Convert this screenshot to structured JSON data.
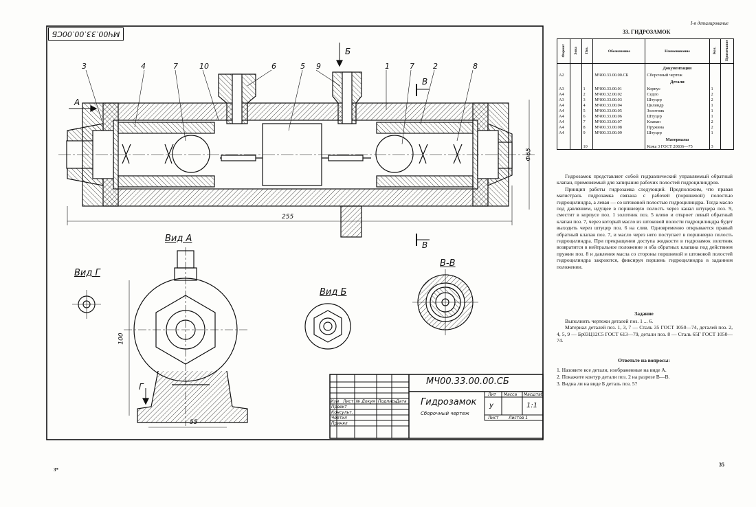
{
  "drawing": {
    "frame_code": "МЧ00.33.00.00СБ",
    "positions": [
      "3",
      "4",
      "7",
      "10",
      "6",
      "5",
      "9",
      "1",
      "7",
      "2",
      "8"
    ],
    "arrow_a": "А",
    "section_b_top": "Б",
    "section_v_top": "В",
    "section_v_bottom": "В",
    "dim_255": "255",
    "dim_65": "Ф65",
    "dim_100": "100",
    "dim_55": "55",
    "view_a": "Вид А",
    "view_g": "Вид Г",
    "view_b": "Вид Б",
    "section_vv": "В-В",
    "arrow_g": "Г"
  },
  "title_block": {
    "code": "МЧ00.33.00.00.СБ",
    "name": "Гидрозамок",
    "subtitle": "Сборочный чертеж",
    "col_izm": "Изм",
    "col_list": "Лист",
    "col_doc": "№ Докум",
    "col_sign": "Подпись",
    "col_date": "Дата",
    "row_proekt": "Проект",
    "row_konsult": "Консульт.",
    "row_chertil": "Чертил",
    "row_prinyal": "Принял",
    "lit": "Лит",
    "massa": "Масса",
    "masshtab": "Масштаб",
    "lit_value": "у",
    "scale_value": "1:1",
    "list": "Лист",
    "listov": "Листов 1"
  },
  "text_page": {
    "header": "I-я деталирование",
    "title": "33. ГИДРОЗАМОК",
    "table_headers": [
      "Формат",
      "Зона",
      "Поз.",
      "Обозначение",
      "Наименование",
      "Кол.",
      "Примечание"
    ],
    "section_docs": "Документация",
    "doc_row": {
      "format": "А2",
      "code": "МЧ00.33.00.00.СБ",
      "name": "Сборочный чертеж"
    },
    "section_parts": "Детали",
    "parts": [
      {
        "format": "А3",
        "pos": "1",
        "code": "МЧ00.33.00.01",
        "name": "Корпус",
        "qty": "1"
      },
      {
        "format": "А4",
        "pos": "2",
        "code": "МЧ00.32.00.02",
        "name": "Седло",
        "qty": "2"
      },
      {
        "format": "А3",
        "pos": "3",
        "code": "МЧ00.33.00.03",
        "name": "Штуцер",
        "qty": "2"
      },
      {
        "format": "А4",
        "pos": "4",
        "code": "МЧ00.33.00.04",
        "name": "Цилиндр",
        "qty": "1"
      },
      {
        "format": "А4",
        "pos": "5",
        "code": "МЧ00.33.00.05",
        "name": "Золотник",
        "qty": "1"
      },
      {
        "format": "А4",
        "pos": "6",
        "code": "МЧ00.33.00.06",
        "name": "Штуцер",
        "qty": "1"
      },
      {
        "format": "А4",
        "pos": "7",
        "code": "МЧ00.33.00.07",
        "name": "Клапан",
        "qty": "2"
      },
      {
        "format": "А4",
        "pos": "8",
        "code": "МЧ00.33.00.08",
        "name": "Пружина",
        "qty": "2"
      },
      {
        "format": "А4",
        "pos": "9",
        "code": "МЧ00.33.00.09",
        "name": "Штуцер",
        "qty": "1"
      }
    ],
    "section_materials": "Материалы",
    "material": {
      "pos": "10",
      "name": "Кожа 3 ГОСТ 20836—75",
      "qty": "3"
    },
    "description_1": "Гидрозамок представляет собой гидравлический управляемый обратный клапан, применяемый для запирания рабочих полостей гидроцилиндров.",
    "description_2": "Принцип работы гидрозамка следующий. Предположим, что правая магистраль гидрозамка связана с рабочей (поршневой) полостью гидроцилиндра, а левая — со штоковой полостью гидроцилиндра. Тогда масло под давлением, идущее в поршневую полость через канал штуцера поз. 9, сместит в корпусе поз. 1 золотник поз. 5 влево и откроет левый обратный клапан поз. 7, через который масло из штоковой полости гидроцилиндра будет выходить через штуцер поз. 6 на слив. Одновременно открывается правый обратный клапан поз. 7, и масло через него поступает в поршневую полость гидроцилиндра. При прекращении доступа жидкости в гидрозамок золотник возвратится в нейтральное положение и оба обратных клапана под действием пружин поз. 8 и давления масла со стороны поршневой и штоковой полостей гидроцилиндра закроются, фиксируя поршень гидроцилиндра в заданном положении.",
    "task_title": "Задание",
    "task_1": "Выполнить чертежи деталей поз. 1 ... 6.",
    "task_2": "Материал деталей поз. 1, 3, 7 — Сталь 35 ГОСТ 1050—74, деталей поз. 2, 4, 5, 9 — Бр03Ц12С5 ГОСТ 613—79, детали поз. 8 — Сталь 65Г ГОСТ 1050—74.",
    "questions_title": "Ответьте на вопросы:",
    "questions": [
      "1. Назовите все детали, изображенные на виде А.",
      "2. Покажите контур детали поз. 2 на разрезе В—В.",
      "3. Видна ли на виде Б деталь поз. 5?"
    ],
    "page_left": "3*",
    "page_right": "35"
  }
}
